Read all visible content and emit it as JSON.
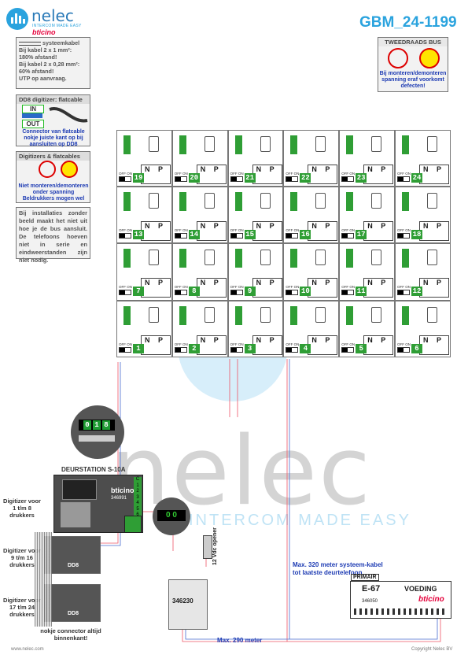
{
  "header": {
    "doc_number": "GBM_24-1199",
    "logo": {
      "name": "nelec",
      "tagline": "INTERCOM MADE EASY",
      "brand": "bticino"
    }
  },
  "notes": {
    "cable": {
      "title": "systeemkabel",
      "lines": [
        "Bij kabel 2 x 1 mm²:",
        "180% afstand!",
        "Bij kabel 2 x 0,28 mm²:",
        "60% afstand!",
        "UTP op aanvraag."
      ]
    },
    "dd8": {
      "title": "DD8 digitizer: flatcable",
      "in_label": "IN",
      "out_label": "OUT",
      "caption": "Connector van flatcable nokje juiste kant op bij aansluiten op DD8"
    },
    "digitizers": {
      "title": "Digitizers & flatcables",
      "caption": "Niet monteren/demonteren onder spanning Beldrukkers mogen wel"
    },
    "info": "Bij installaties zonder beeld maakt het niet uit hoe je de bus aansluit. De telefoons hoeven niet in serie en eindweerstanden zijn niet nodig.",
    "bus": {
      "title": "TWEEDRAADS BUS",
      "caption": "Bij monteren/demonteren spanning eraf voorkomt defecten!"
    }
  },
  "phones": {
    "rows": [
      [
        "19",
        "20",
        "21",
        "22",
        "23",
        "24"
      ],
      [
        "13",
        "14",
        "15",
        "16",
        "17",
        "18"
      ],
      [
        "7",
        "8",
        "9",
        "10",
        "11",
        "12"
      ],
      [
        "1",
        "2",
        "3",
        "4",
        "5",
        "6"
      ]
    ],
    "n_label": "N",
    "p_label": "P",
    "switch_label": "OFF ON"
  },
  "door_station": {
    "title": "DEURSTATION S-10A",
    "model": "346991",
    "brand": "bticino",
    "zoom_digits": [
      "0",
      "1",
      "8"
    ],
    "terminals": [
      "C",
      "1",
      "2",
      "3",
      "4",
      "5",
      "6",
      "7",
      "8"
    ]
  },
  "digitizers": [
    {
      "label": "Digitizer voor 1 t/m 8 drukkers"
    },
    {
      "label": "Digitizer voor 9 t/m 16 drukkers"
    },
    {
      "label": "Digitizer voor 17 t/m 24 drukkers"
    }
  ],
  "dd8_tag": "DD8",
  "connector_note": "nokje connector altijd binnenkant!",
  "small_zoom_digits": "0 0",
  "interface": {
    "model": "346230"
  },
  "opener": "12 Vdc opener",
  "max_290": "Max. 290 meter",
  "max_320": "Max. 320 meter systeem-kabel tot laatste deurtelefoon",
  "power": {
    "primary": "PRIMAIR",
    "model": "E-67",
    "title": "VOEDING",
    "brand": "bticino",
    "code": "346050"
  },
  "watermark": {
    "text": "nelec",
    "slogan": "INTERCOM MADE EASY"
  },
  "footer": {
    "left": "www.nelec.com",
    "right": "Copyright Nelec BV"
  },
  "colors": {
    "accent": "#2aa3de",
    "number_green": "#2f9e35",
    "note_blue": "#1d3bb3",
    "brand_red": "#e4003a"
  }
}
